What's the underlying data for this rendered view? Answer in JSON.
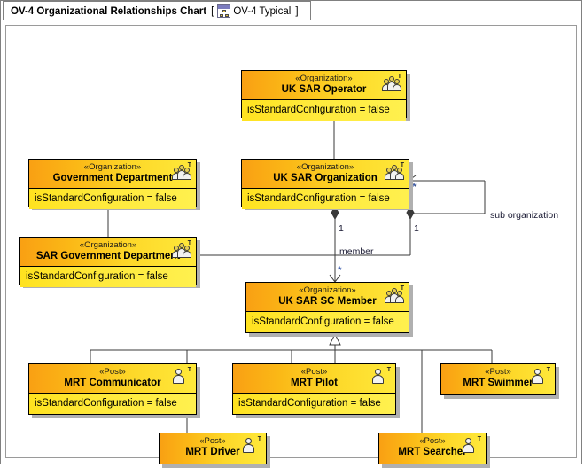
{
  "window": {
    "tab_title": "OV-4 Organizational Relationships Chart",
    "bracket_open": "[",
    "bracket_close": "]",
    "tab_subtitle": "OV-4 Typical",
    "tab_icon": "diagram-icon"
  },
  "diagram": {
    "attribute_text": "isStandardConfiguration = false",
    "stereotype_organization": "«Organization»",
    "stereotype_post": "«Post»",
    "icon_organization": "organization-icon",
    "icon_post": "post-person-icon",
    "nodes": [
      {
        "id": "uk-sar-operator",
        "name": "UK SAR Operator",
        "stereotype": "«Organization»",
        "attribute": "isStandardConfiguration = false",
        "icon": "organization-icon"
      },
      {
        "id": "government-department",
        "name": "Government Department",
        "stereotype": "«Organization»",
        "attribute": "isStandardConfiguration = false",
        "icon": "organization-icon"
      },
      {
        "id": "uk-sar-organization",
        "name": "UK SAR Organization",
        "stereotype": "«Organization»",
        "attribute": "isStandardConfiguration = false",
        "icon": "organization-icon"
      },
      {
        "id": "sar-government-department",
        "name": "SAR Government Department",
        "stereotype": "«Organization»",
        "attribute": "isStandardConfiguration = false",
        "icon": "organization-icon"
      },
      {
        "id": "uk-sar-sc-member",
        "name": "UK SAR SC Member",
        "stereotype": "«Organization»",
        "attribute": "isStandardConfiguration = false",
        "icon": "organization-icon"
      },
      {
        "id": "mrt-communicator",
        "name": "MRT Communicator",
        "stereotype": "«Post»",
        "attribute": "isStandardConfiguration = false",
        "icon": "post-person-icon"
      },
      {
        "id": "mrt-pilot",
        "name": "MRT Pilot",
        "stereotype": "«Post»",
        "attribute": "isStandardConfiguration = false",
        "icon": "post-person-icon"
      },
      {
        "id": "mrt-swimmer",
        "name": "MRT Swimmer",
        "stereotype": "«Post»",
        "attribute": null,
        "icon": "post-person-icon"
      },
      {
        "id": "mrt-driver",
        "name": "MRT Driver",
        "stereotype": "«Post»",
        "attribute": null,
        "icon": "post-person-icon"
      },
      {
        "id": "mrt-searcher",
        "name": "MRT Searcher",
        "stereotype": "«Post»",
        "attribute": null,
        "icon": "post-person-icon"
      }
    ],
    "relationships": [
      {
        "id": "gen-org-operator",
        "type": "generalization",
        "from": "uk-sar-organization",
        "to": "uk-sar-operator"
      },
      {
        "id": "gen-sargov-gov",
        "type": "generalization",
        "from": "sar-government-department",
        "to": "government-department"
      },
      {
        "id": "gen-posts-member",
        "type": "generalization",
        "from": "mrt-posts",
        "to": "uk-sar-sc-member"
      },
      {
        "id": "comp-member",
        "type": "composition",
        "from": "uk-sar-organization",
        "to": "uk-sar-sc-member",
        "label": "member",
        "source_multiplicity": "1",
        "target_multiplicity": "*"
      },
      {
        "id": "comp-sub-org",
        "type": "composition",
        "from": "uk-sar-organization",
        "to": "uk-sar-organization",
        "label": "sub organization",
        "source_multiplicity": "1",
        "target_multiplicity": "*"
      },
      {
        "id": "assoc-sargov-ukorg",
        "type": "association",
        "from": "sar-government-department",
        "to": "uk-sar-organization"
      }
    ],
    "labels": {
      "member": "member",
      "sub_organization": "sub organization",
      "mult_one": "1",
      "mult_many": "*"
    },
    "colors": {
      "header_start": "#f9a013",
      "header_end": "#ffe93a",
      "attribute_bg": "#ffe93a",
      "border": "#000000",
      "line": "#3a3a3a",
      "shadow": "#b0b0b0",
      "multiplicity_text": "#1a1a33",
      "star_text": "#3355aa"
    }
  }
}
